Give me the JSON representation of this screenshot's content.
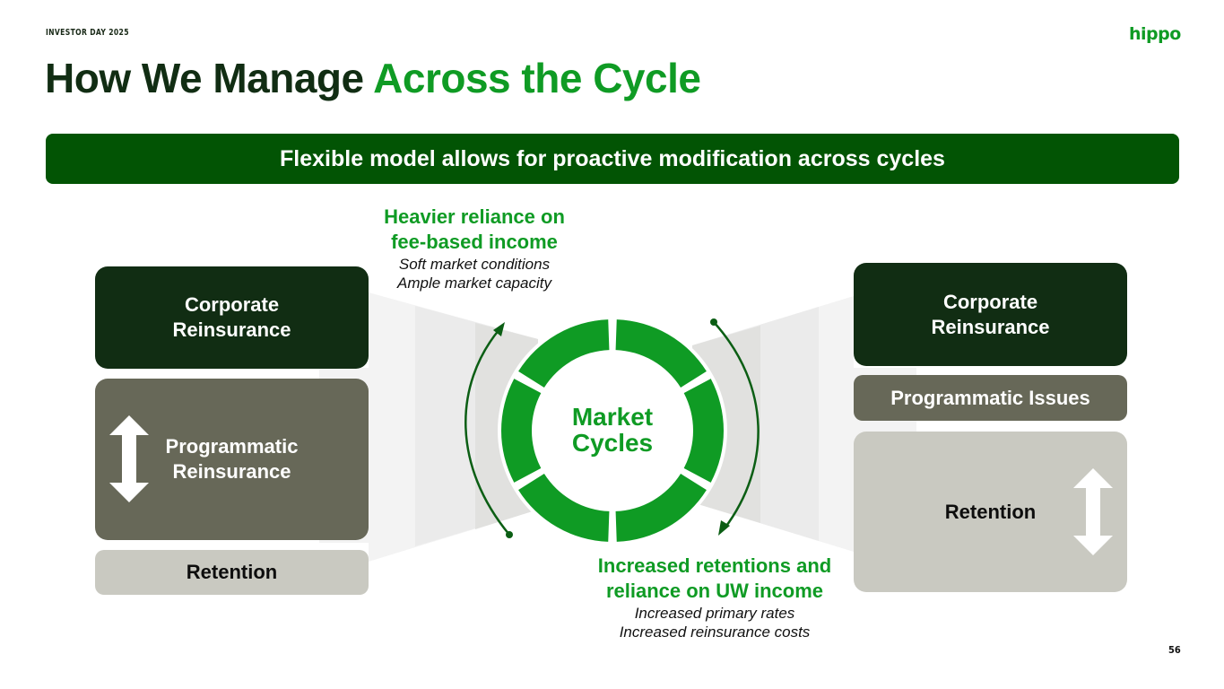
{
  "header": {
    "eyebrow": "INVESTOR DAY 2025",
    "logo": "hippo",
    "title_main": "How We Manage ",
    "title_accent": "Across the Cycle"
  },
  "banner": {
    "text": "Flexible model allows for proactive modification across cycles"
  },
  "left_stack": {
    "corporate": "Corporate Reinsurance",
    "programmatic": "Programmatic Reinsurance",
    "retention": "Retention",
    "resize_icon": "double-arrow-vertical-icon"
  },
  "right_stack": {
    "corporate": "Corporate Reinsurance",
    "programmatic": "Programmatic Issues",
    "retention": "Retention",
    "resize_icon": "double-arrow-vertical-icon"
  },
  "center": {
    "label_line1": "Market",
    "label_line2": "Cycles",
    "segments": 6
  },
  "soft_market": {
    "head_line1": "Heavier reliance on",
    "head_line2": "fee-based income",
    "sub_line1": "Soft market conditions",
    "sub_line2": "Ample market capacity"
  },
  "hard_market": {
    "head_line1": "Increased retentions and",
    "head_line2": "reliance on UW income",
    "sub_line1": "Increased primary rates",
    "sub_line2": "Increased reinsurance costs"
  },
  "colors": {
    "brand_green": "#0f9b24",
    "banner_green": "#025404",
    "dark_green": "#112d13",
    "mid_gray": "#676858",
    "light_gray": "#c9c9c1",
    "arrow_green": "#0b5e14"
  },
  "footer": {
    "page_number": "56"
  }
}
